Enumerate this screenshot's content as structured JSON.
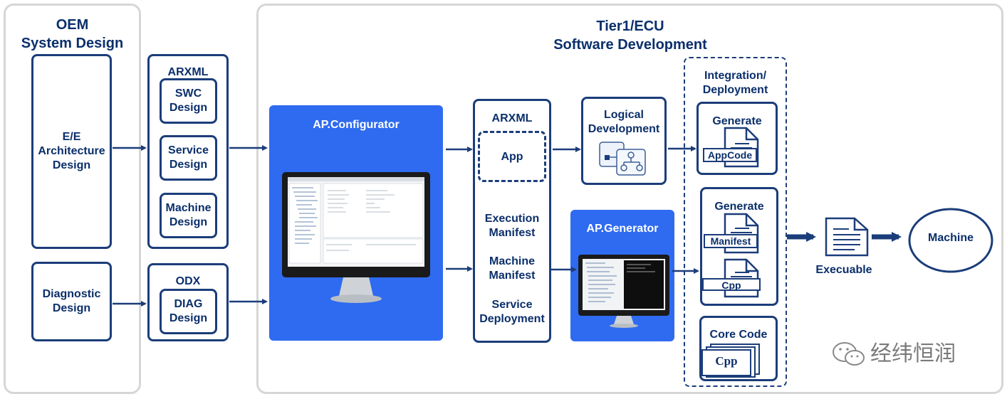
{
  "oem": {
    "title": "OEM\nSystem Design",
    "ee_box": "E/E\nArchitecture\nDesign",
    "diag_box": "Diagnostic\nDesign"
  },
  "arxml_group": {
    "title": "ARXML",
    "items": [
      "SWC\nDesign",
      "Service\nDesign",
      "Machine\nDesign"
    ]
  },
  "odx_group": {
    "title": "ODX",
    "item": "DIAG\nDesign"
  },
  "tier1": {
    "title": "Tier1/ECU\nSoftware Development"
  },
  "configurator": {
    "title": "AP.Configurator"
  },
  "arxml_out": {
    "title": "ARXML",
    "app": "App",
    "execution": "Execution\nManifest",
    "machine": "Machine\nManifest",
    "service": "Service\nDeployment"
  },
  "logical": {
    "title": "Logical\nDevelopment"
  },
  "generator": {
    "title": "AP.Generator"
  },
  "integration": {
    "title": "Integration/\nDeployment",
    "gen1_title": "Generate",
    "gen1_label": "AppCode",
    "gen2_title": "Generate",
    "gen2_label1": "Manifest",
    "gen2_label2": "Cpp",
    "core_title": "Core Code",
    "core_label": "Cpp"
  },
  "executable": {
    "label": "Execuable"
  },
  "machine": {
    "label": "Machine"
  },
  "watermark": {
    "text": "经纬恒润"
  }
}
